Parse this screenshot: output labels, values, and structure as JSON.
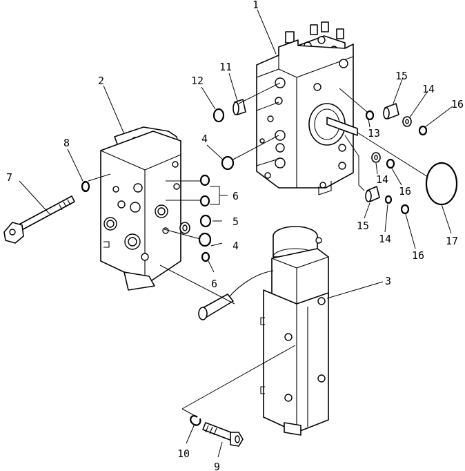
{
  "callouts": [
    {
      "id": "1",
      "text": "1"
    },
    {
      "id": "2",
      "text": "2"
    },
    {
      "id": "3",
      "text": "3"
    },
    {
      "id": "4a",
      "text": "4"
    },
    {
      "id": "4b",
      "text": "4"
    },
    {
      "id": "5",
      "text": "5"
    },
    {
      "id": "6a",
      "text": "6"
    },
    {
      "id": "6b",
      "text": "6"
    },
    {
      "id": "7",
      "text": "7"
    },
    {
      "id": "8",
      "text": "8"
    },
    {
      "id": "9",
      "text": "9"
    },
    {
      "id": "10",
      "text": "10"
    },
    {
      "id": "11",
      "text": "11"
    },
    {
      "id": "12",
      "text": "12"
    },
    {
      "id": "13",
      "text": "13"
    },
    {
      "id": "14a",
      "text": "14"
    },
    {
      "id": "14b",
      "text": "14"
    },
    {
      "id": "14c",
      "text": "14"
    },
    {
      "id": "15a",
      "text": "15"
    },
    {
      "id": "15b",
      "text": "15"
    },
    {
      "id": "16a",
      "text": "16"
    },
    {
      "id": "16b",
      "text": "16"
    },
    {
      "id": "16c",
      "text": "16"
    },
    {
      "id": "17",
      "text": "17"
    }
  ]
}
